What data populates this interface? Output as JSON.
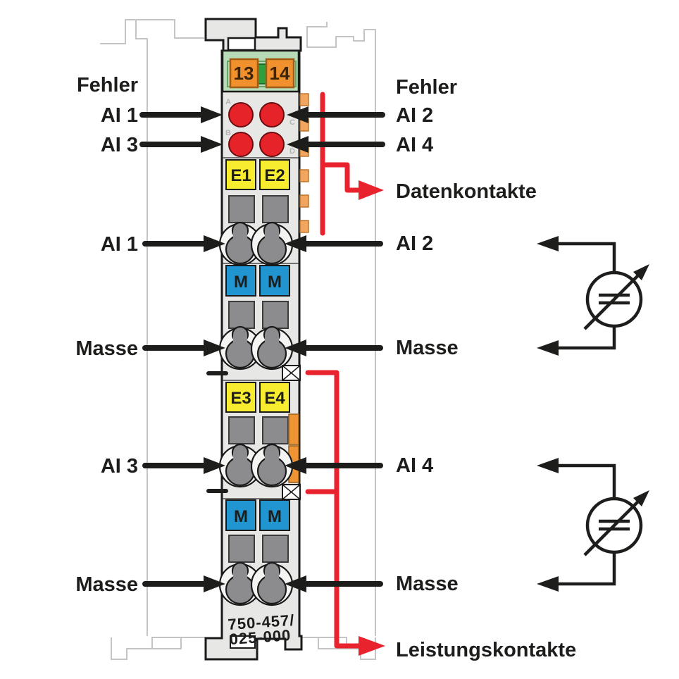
{
  "diagram": {
    "left_labels": [
      "Fehler",
      "AI 1",
      "AI 3",
      "AI 1",
      "Masse",
      "AI 3",
      "Masse"
    ],
    "right_labels": [
      "Fehler",
      "AI 2",
      "AI 4",
      "Datenkontakte",
      "AI 2",
      "Masse",
      "AI 4",
      "Masse",
      "Leistungskontakte"
    ],
    "module": {
      "bus_terminals": [
        "13",
        "14"
      ],
      "led_ids": [
        "A",
        "B",
        "C",
        "D"
      ],
      "input_labels": [
        "E1",
        "E2",
        "E3",
        "E4"
      ],
      "ground_label": "M",
      "part_number": [
        "750-457/",
        "025-000"
      ]
    },
    "colors": {
      "red_line": "#e8232d",
      "led_red": "#e52329",
      "orange": "#f0912e",
      "orange_tab": "#f2a55e",
      "yellow": "#f8ec30",
      "blue": "#2095d0",
      "green_bg": "#b7dab7",
      "green_center": "#2f9e3c",
      "body_gray": "#e7e8e6",
      "slot_gray": "#8c8c8e",
      "ink": "#1d1d1b",
      "ghost": "#c4c4c4"
    }
  }
}
